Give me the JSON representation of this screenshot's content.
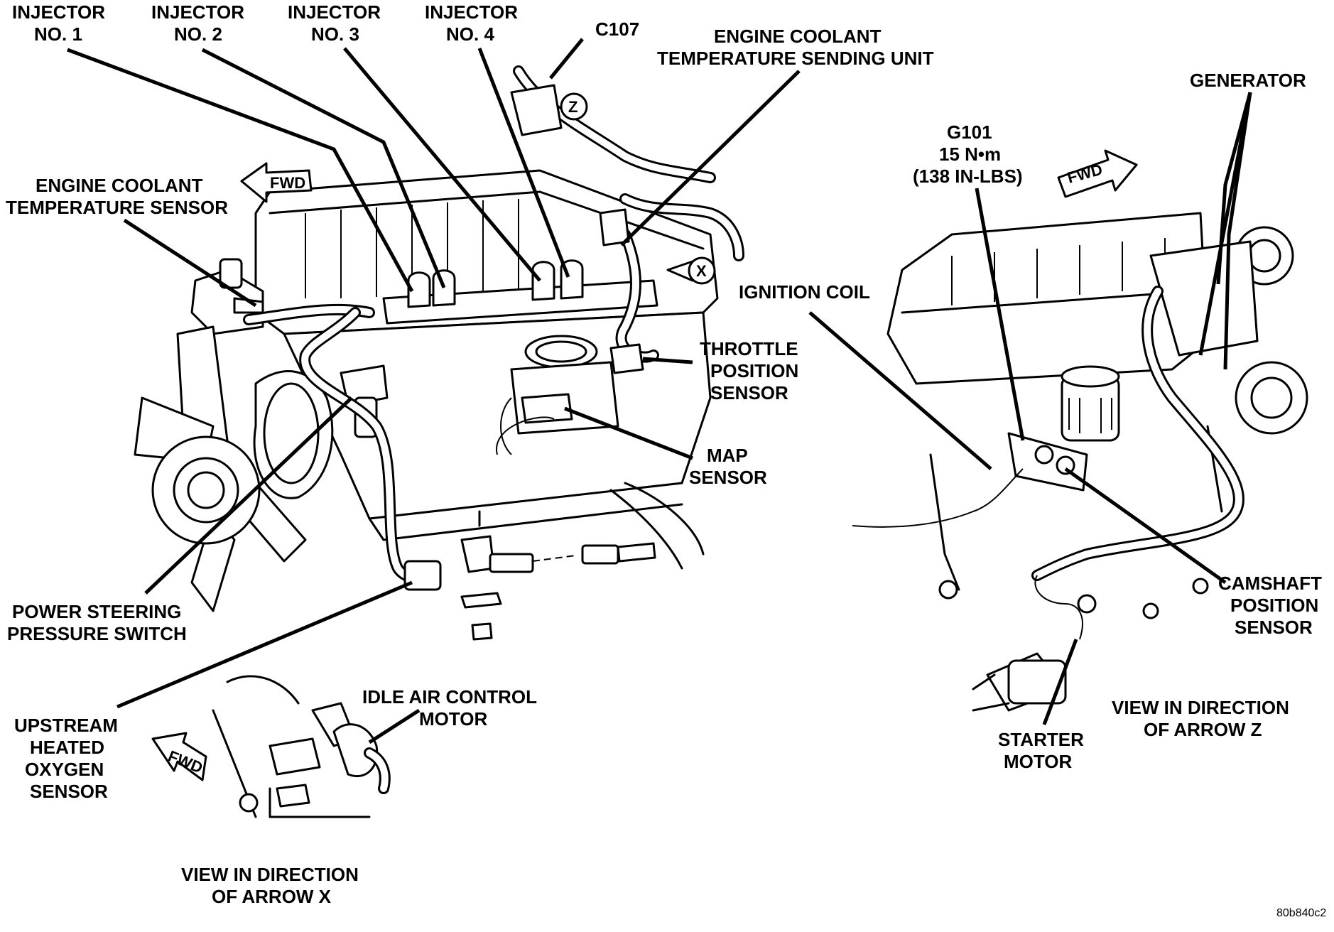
{
  "labels": {
    "injector1": [
      "INJECTOR",
      "NO. 1"
    ],
    "injector2": [
      "INJECTOR",
      "NO. 2"
    ],
    "injector3": [
      "INJECTOR",
      "NO. 3"
    ],
    "injector4": [
      "INJECTOR",
      "NO. 4"
    ],
    "c107": "C107",
    "ect_sending_unit": [
      "ENGINE COOLANT",
      "TEMPERATURE SENDING UNIT"
    ],
    "generator": "GENERATOR",
    "ect_sensor": [
      "ENGINE COOLANT",
      "TEMPERATURE SENSOR"
    ],
    "g101": [
      "G101",
      "15 N•m",
      "(138 IN-LBS)"
    ],
    "ignition_coil": "IGNITION COIL",
    "throttle_position_sensor": [
      "THROTTLE",
      "POSITION",
      "SENSOR"
    ],
    "map_sensor": [
      "MAP",
      "SENSOR"
    ],
    "camshaft_position_sensor": [
      "CAMSHAFT",
      "POSITION",
      "SENSOR"
    ],
    "power_steering_switch": [
      "POWER STEERING",
      "PRESSURE SWITCH"
    ],
    "idle_air_control_motor": [
      "IDLE AIR CONTROL",
      "MOTOR"
    ],
    "upstream_o2_sensor": [
      "UPSTREAM",
      "HEATED",
      "OXYGEN",
      "SENSOR"
    ],
    "view_arrow_z": [
      "VIEW IN DIRECTION",
      "OF ARROW Z"
    ],
    "starter_motor": [
      "STARTER",
      "MOTOR"
    ],
    "view_arrow_x": [
      "VIEW IN DIRECTION",
      "OF ARROW X"
    ],
    "fig_code": "80b840c2"
  },
  "markers": {
    "fwd": "FWD",
    "arrow_z": "Z",
    "arrow_x": "X"
  }
}
